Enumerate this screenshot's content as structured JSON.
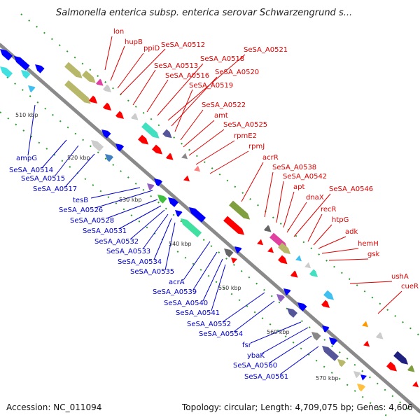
{
  "title": "Salmonella enterica subsp. enterica serovar Schwarzengrund s...",
  "footer": {
    "accession": "Accession: NC_011094",
    "summary": "Topology: circular; Length: 4,709,075 bp; Genes: 4,606"
  },
  "scale_labels": [
    "510 kbp",
    "520 kbp",
    "530 kbp",
    "540 kbp",
    "550 kbp",
    "560 kbp",
    "570 kbp"
  ],
  "labels_forward": [
    "lon",
    "hupB",
    "ppiD",
    "SeSA_A0512",
    "SeSA_A0513",
    "SeSA_A0516",
    "SeSA_A0518",
    "SeSA_A0521",
    "SeSA_A0520",
    "SeSA_A0519",
    "SeSA_A0522",
    "amt",
    "SeSA_A0525",
    "rpmE2",
    "rpmJ",
    "acrR",
    "SeSA_A0538",
    "SeSA_A0542",
    "apt",
    "dnaX",
    "SeSA_A0546",
    "recR",
    "htpG",
    "adk",
    "hemH",
    "gsk",
    "ushA",
    "cueR"
  ],
  "labels_reverse": [
    "ampG",
    "SeSA_A0514",
    "SeSA_A0515",
    "SeSA_A0517",
    "tesB",
    "SeSA_A0526",
    "SeSA_A0528",
    "SeSA_A0531",
    "SeSA_A0532",
    "SeSA_A0533",
    "SeSA_A0534",
    "SeSA_A0535",
    "acrA",
    "SeSA_A0539",
    "SeSA_A0540",
    "SeSA_A0541",
    "SeSA_A0552",
    "SeSA_A0554",
    "fsr",
    "ybaK",
    "SeSA_A0560",
    "SeSA_A0561"
  ],
  "colors": {
    "backbone": "#8a8a8a",
    "forward_label": "#dd0000",
    "reverse_label": "#0000cc",
    "tick": "#2a9a2a"
  }
}
